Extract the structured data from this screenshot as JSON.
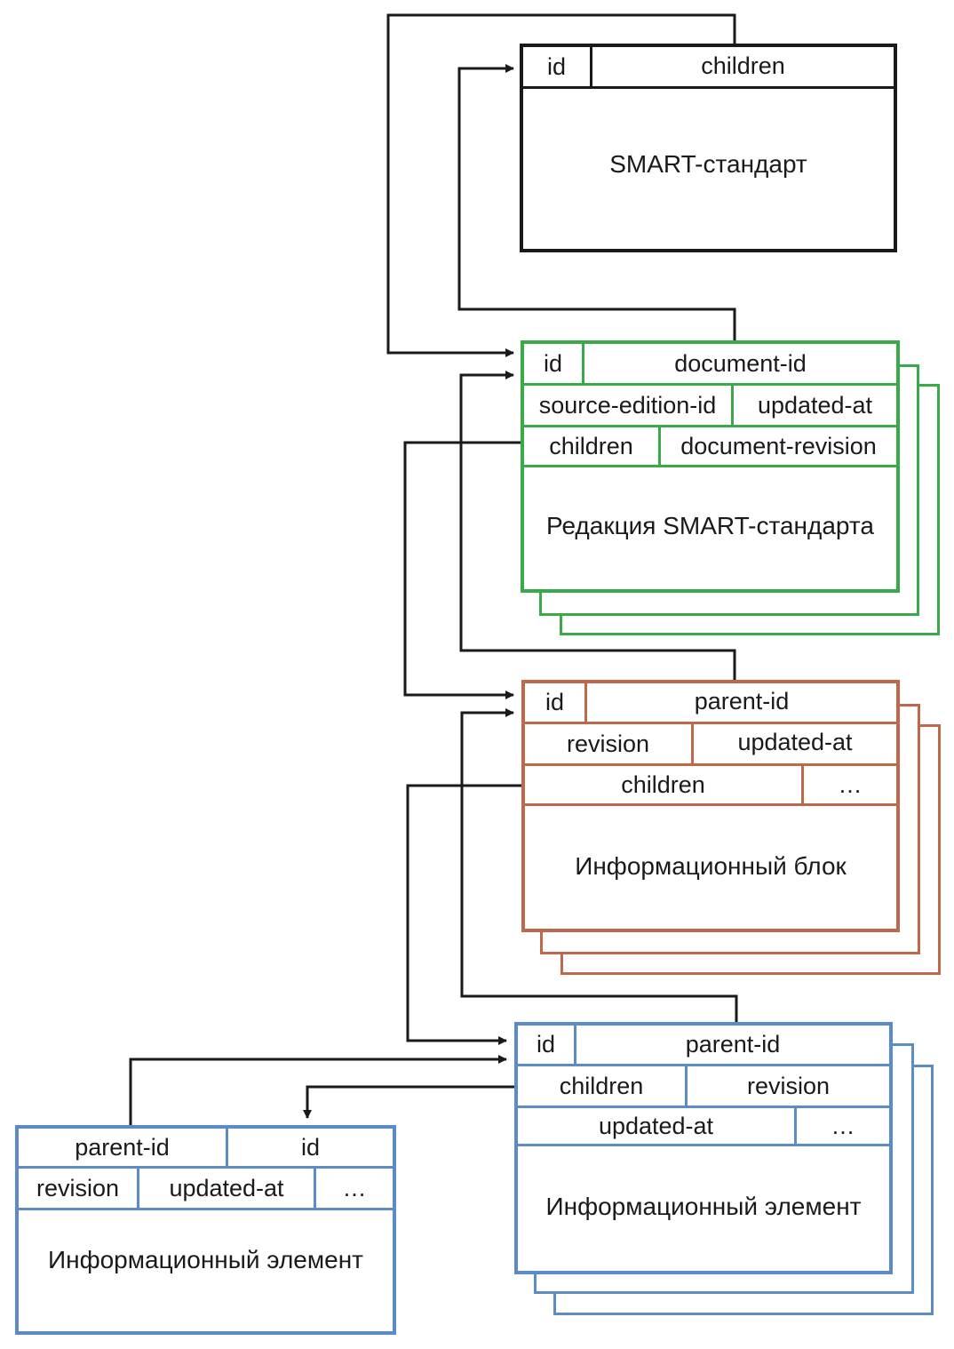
{
  "colors": {
    "standard": "#1a1a1a",
    "edition": "#3aaa48",
    "block": "#c0694a",
    "element": "#5b8cc8",
    "arrow": "#1a1a1a"
  },
  "entities": {
    "standard": {
      "title": "SMART-стандарт",
      "fields": [
        "id",
        "children"
      ]
    },
    "edition": {
      "title": "Редакция SMART-стандарта",
      "fields": [
        "id",
        "document-id",
        "source-edition-id",
        "updated-at",
        "children",
        "document-revision"
      ]
    },
    "block": {
      "title": "Информационный блок",
      "fields": [
        "id",
        "parent-id",
        "revision",
        "updated-at",
        "children",
        "…"
      ]
    },
    "element": {
      "title": "Информационный элемент",
      "fields": [
        "id",
        "parent-id",
        "children",
        "revision",
        "updated-at",
        "…"
      ]
    },
    "child_element": {
      "title": "Информационный элемент",
      "fields": [
        "parent-id",
        "id",
        "revision",
        "updated-at",
        "…"
      ]
    }
  },
  "connections": [
    {
      "from": "standard.children",
      "to": "edition.id"
    },
    {
      "from": "edition.id",
      "to": "standard.id"
    },
    {
      "from": "edition.children",
      "to": "block.id"
    },
    {
      "from": "block.id",
      "to": "edition.id"
    },
    {
      "from": "block.children",
      "to": "element.id"
    },
    {
      "from": "element.id",
      "to": "block.id"
    },
    {
      "from": "element.children",
      "to": "child_element.id"
    },
    {
      "from": "child_element.parent-id",
      "to": "element.id"
    }
  ]
}
